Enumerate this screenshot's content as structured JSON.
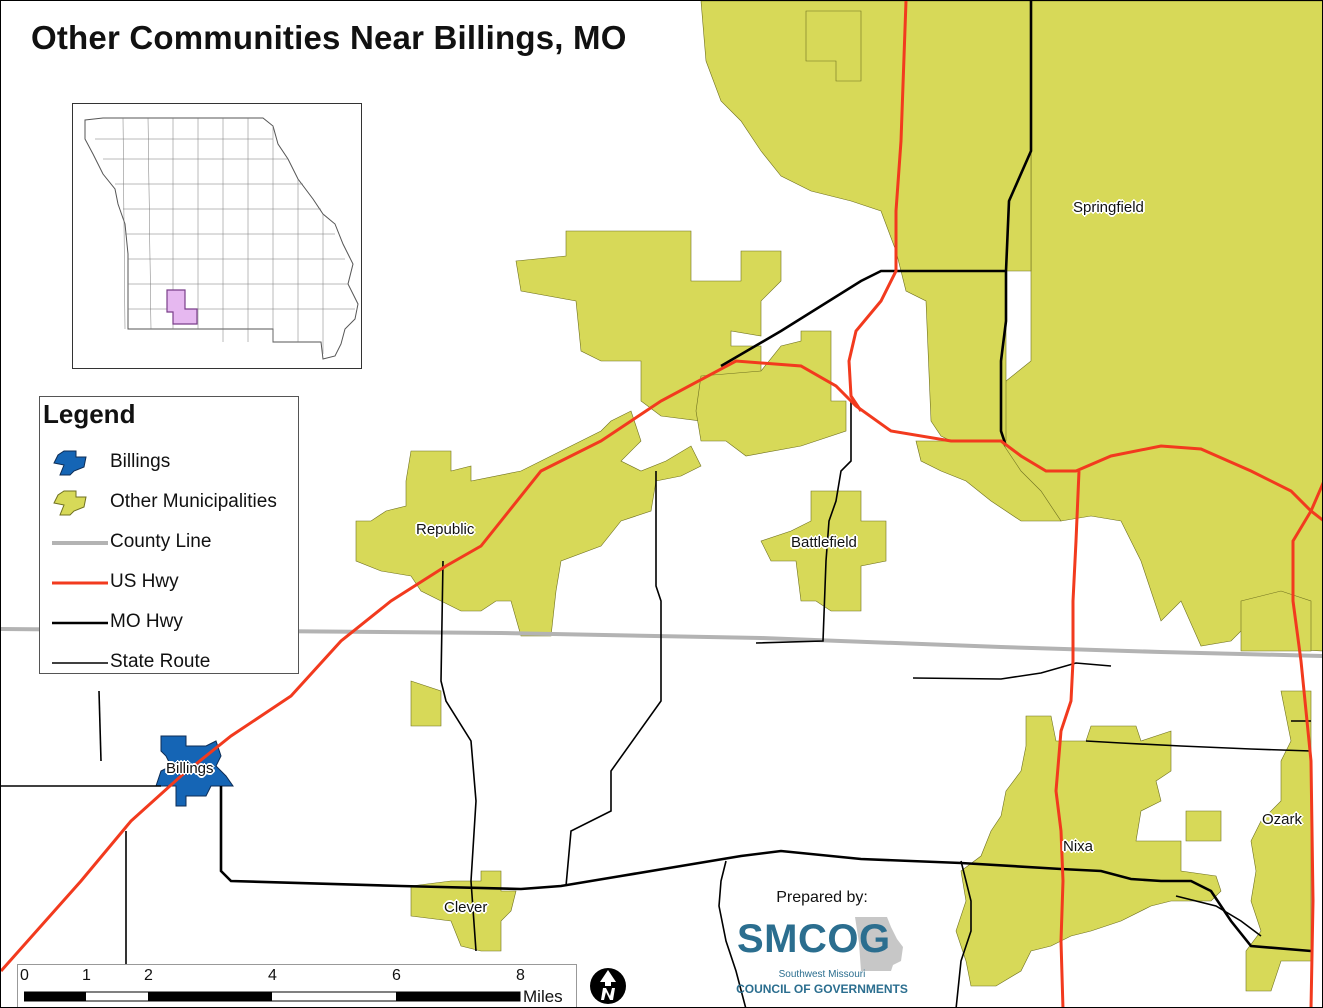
{
  "map": {
    "title": "Other Communities Near Billings, MO",
    "places": {
      "springfield": "Springfield",
      "republic": "Republic",
      "battlefield": "Battlefield",
      "billings": "Billings",
      "clever": "Clever",
      "nixa": "Nixa",
      "ozark": "Ozark"
    },
    "colors": {
      "municipality_fill": "#d7d958",
      "billings_fill": "#1565b5",
      "county_line": "#b3b3b3",
      "us_hwy": "#f23a1e",
      "mo_hwy": "#000000",
      "state_route": "#000000",
      "inset_highlight": "#e6b8f0"
    }
  },
  "legend": {
    "title": "Legend",
    "items": [
      {
        "label": "Billings",
        "symbol": "billings-polygon"
      },
      {
        "label": "Other Municipalities",
        "symbol": "municipality-polygon"
      },
      {
        "label": "County Line",
        "symbol": "gray-line"
      },
      {
        "label": "US Hwy",
        "symbol": "red-line"
      },
      {
        "label": "MO Hwy",
        "symbol": "thick-black-line"
      },
      {
        "label": "State Route",
        "symbol": "thin-black-line"
      }
    ]
  },
  "scalebar": {
    "ticks": [
      "0",
      "1",
      "2",
      "4",
      "6",
      "8"
    ],
    "unit": "Miles"
  },
  "credit": {
    "prepared_by": "Prepared by:",
    "logo": "SMCOG",
    "org_line1": "Southwest Missouri",
    "org_line2": "COUNCIL OF GOVERNMENTS"
  }
}
